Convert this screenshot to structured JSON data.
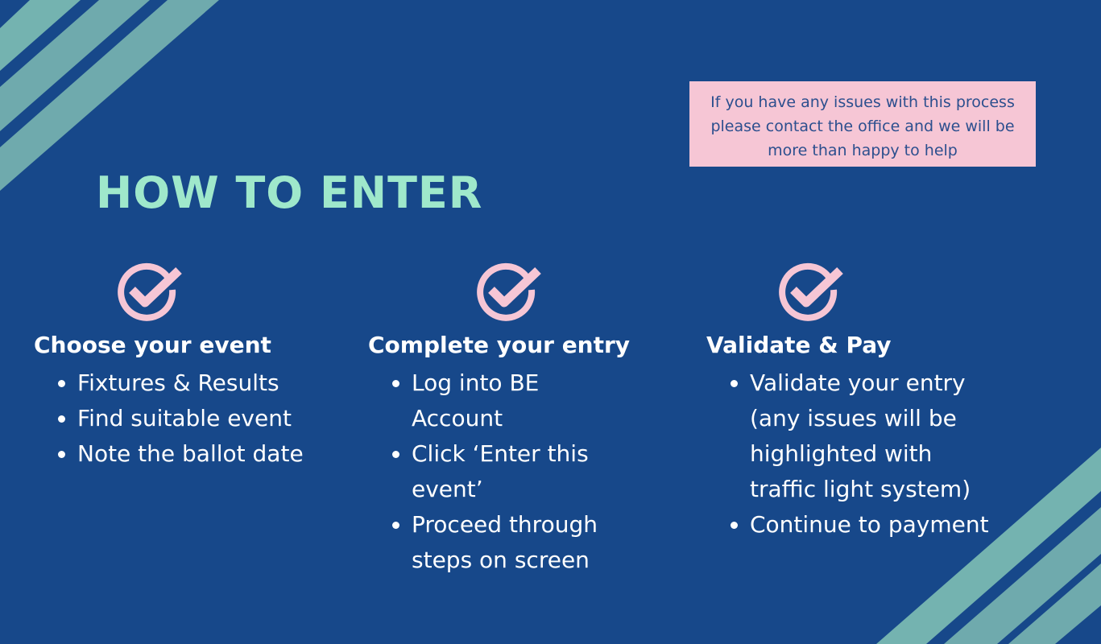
{
  "title": "HOW TO ENTER",
  "note": "If you have any issues with this process please contact the office and we will be more than happy to help",
  "steps": [
    {
      "heading": "Choose your event",
      "items": [
        "Fixtures & Results",
        "Find suitable event",
        "Note the ballot date"
      ]
    },
    {
      "heading": "Complete your entry",
      "items": [
        "Log into BE Account",
        "Click ‘Enter this event’",
        "Proceed through steps on screen"
      ]
    },
    {
      "heading": "Validate & Pay",
      "items": [
        "Validate your entry (any issues will be highlighted with traffic light system)",
        "Continue to payment"
      ]
    }
  ],
  "colors": {
    "background": "#17488a",
    "title": "#9fe8cb",
    "accent": "#f6c6d5",
    "stripe": "#6faaad"
  }
}
